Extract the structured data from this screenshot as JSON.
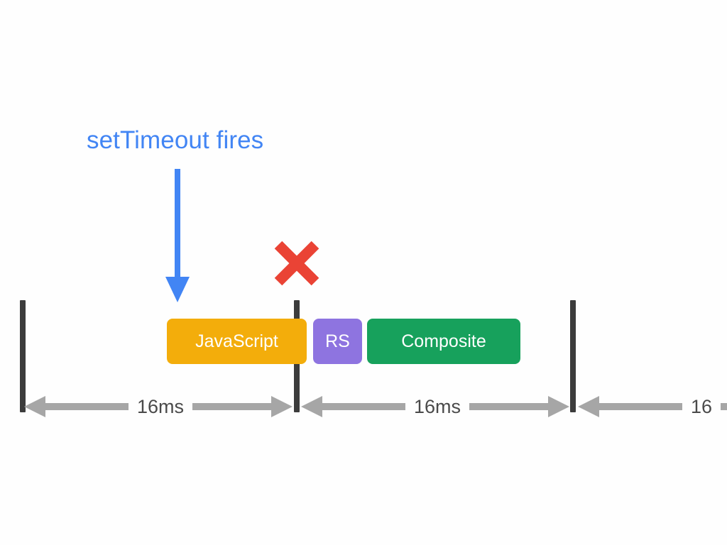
{
  "diagram": {
    "title": "setTimeout fires",
    "background_color": "#fefefe",
    "annotation": {
      "label": "setTimeout fires",
      "color": "#4285f4",
      "arrow_name": "down-arrow",
      "arrow_color": "#4285f4"
    },
    "marker": {
      "name": "dropped-frame-x",
      "symbol": "✕",
      "color": "#ea4335"
    },
    "frame_ticks": [
      {
        "label": "frame-boundary-1",
        "color": "#3c3c3c"
      },
      {
        "label": "frame-boundary-2",
        "color": "#3c3c3c"
      },
      {
        "label": "frame-boundary-3",
        "color": "#3c3c3c"
      }
    ],
    "bars": [
      {
        "label": "JavaScript",
        "color": "#f3ad0b",
        "text_color": "#ffffff"
      },
      {
        "label": "RS",
        "color": "#8e74e0",
        "text_color": "#ffffff"
      },
      {
        "label": "Composite",
        "color": "#17a15c",
        "text_color": "#ffffff"
      }
    ],
    "measurements": [
      {
        "label": "16ms",
        "color": "#4a4a4a",
        "arrow_color": "#a6a6a6"
      },
      {
        "label": "16ms",
        "color": "#4a4a4a",
        "arrow_color": "#a6a6a6"
      },
      {
        "label": "16",
        "color": "#4a4a4a",
        "arrow_color": "#a6a6a6"
      }
    ]
  }
}
